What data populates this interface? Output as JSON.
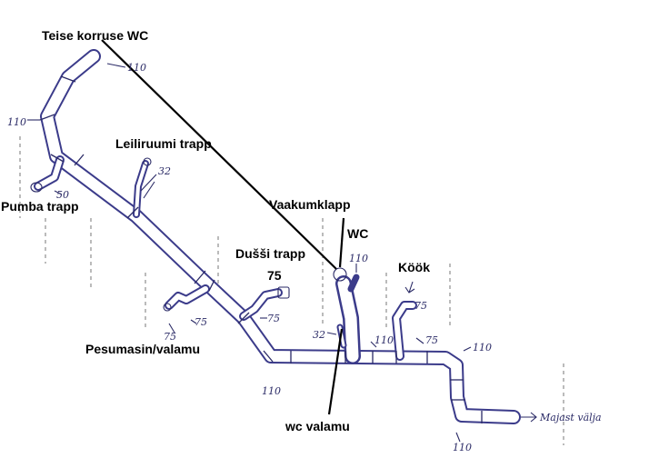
{
  "labels": {
    "upper_wc": "Teise korruse WC",
    "sauna_trap": "Leiliruumi trapp",
    "pump_trap": "Pumba trapp",
    "vacuum_valve": "Vaakumklapp",
    "wc": "WC",
    "shower_trap": "Dušši trapp",
    "shower_size": "75",
    "kitchen": "Köök",
    "washer_sink": "Pesumasin/valamu",
    "wc_sink": "wc valamu"
  },
  "handwritten": {
    "d110_top": "110",
    "d110_left": "110",
    "d50": "50",
    "d32_sauna": "32",
    "d75_washer_a": "75",
    "d75_washer_b": "75",
    "d75_shower": "75",
    "d32_wcsink": "32",
    "d110_wc": "110",
    "d110_main_mid": "110",
    "d75_kitchen_a": "75",
    "d75_kitchen_b": "75",
    "d110_right": "110",
    "d110_bottom_mid": "110",
    "d110_bottom_right": "110",
    "outlet": "Majast välja"
  },
  "colors": {
    "pipe": "#3b3b8a",
    "leader": "#000000"
  }
}
